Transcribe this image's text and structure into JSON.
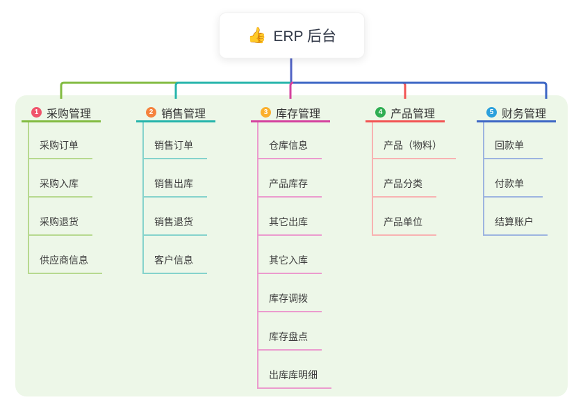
{
  "root": {
    "icon": "👍",
    "label": "ERP 后台"
  },
  "panel_color": "#edf7e8",
  "stem_color": "#5163c5",
  "branches": [
    {
      "badge": "1",
      "badge_color": "#f0536b",
      "label": "采购管理",
      "line_color": "#82bb41",
      "child_line_color": "#b7d98f",
      "children": [
        "采购订单",
        "采购入库",
        "采购退货",
        "供应商信息"
      ]
    },
    {
      "badge": "2",
      "badge_color": "#f5823d",
      "label": "销售管理",
      "line_color": "#25b4ab",
      "child_line_color": "#85d3cc",
      "children": [
        "销售订单",
        "销售出库",
        "销售退货",
        "客户信息"
      ]
    },
    {
      "badge": "3",
      "badge_color": "#fbaf2c",
      "label": "库存管理",
      "line_color": "#d4419e",
      "child_line_color": "#eb9bce",
      "children": [
        "仓库信息",
        "产品库存",
        "其它出库",
        "其它入库",
        "库存调拨",
        "库存盘点",
        "出库库明细"
      ]
    },
    {
      "badge": "4",
      "badge_color": "#2fae53",
      "label": "产品管理",
      "line_color": "#f25353",
      "child_line_color": "#f8b2b2",
      "children": [
        "产品（物料）",
        "产品分类",
        "产品单位"
      ]
    },
    {
      "badge": "5",
      "badge_color": "#2ba0dc",
      "label": "财务管理",
      "line_color": "#3c66c4",
      "child_line_color": "#9db4e0",
      "children": [
        "回款单",
        "付款单",
        "结算账户"
      ]
    }
  ]
}
